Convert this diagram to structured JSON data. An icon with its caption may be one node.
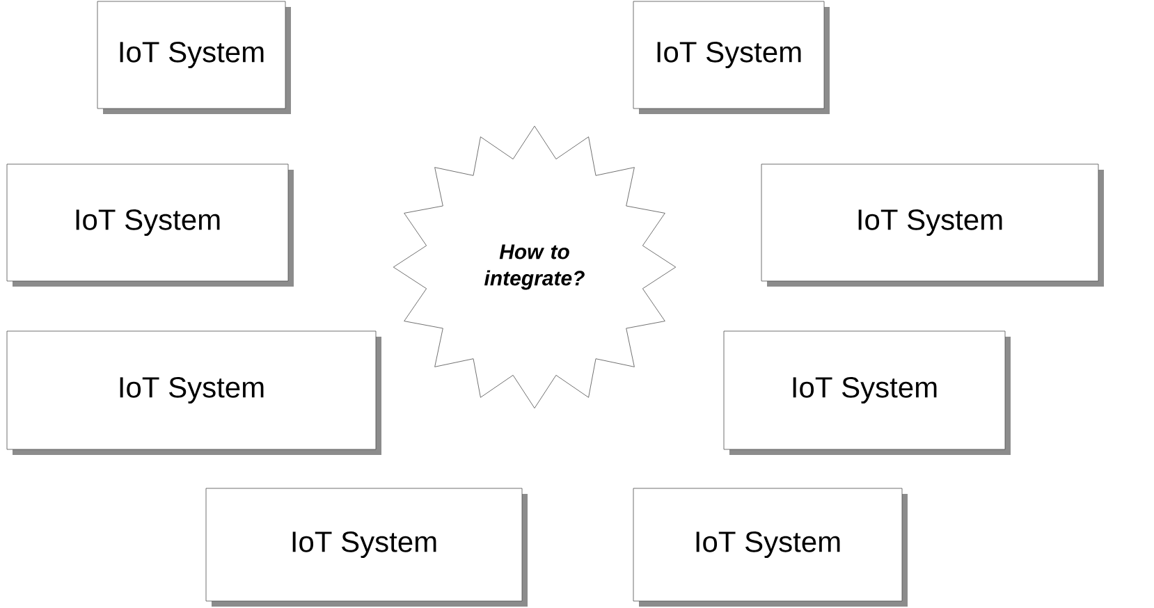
{
  "diagram": {
    "nodes": [
      {
        "text": [
          "IoT System"
        ]
      },
      {
        "text": [
          "IoT System"
        ]
      },
      {
        "text": [
          "IoT System"
        ]
      },
      {
        "text": [
          "IoT System"
        ]
      },
      {
        "text": [
          "IoT System"
        ]
      },
      {
        "text": [
          "IoT System"
        ]
      },
      {
        "text": [
          "IoT System"
        ]
      },
      {
        "text": [
          "IoT System"
        ]
      },
      {
        "text": [
          "How to integrate?"
        ]
      }
    ]
  }
}
